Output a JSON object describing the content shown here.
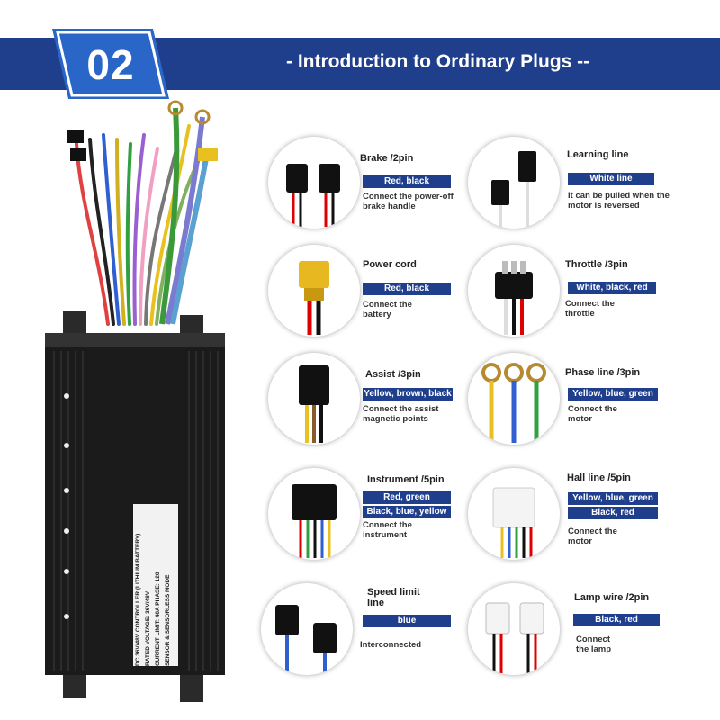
{
  "header": {
    "number": "02",
    "title": "- Introduction to Ordinary Plugs --"
  },
  "colors": {
    "accent": "#1f3e8c",
    "badge": "#2a65c8"
  },
  "controller_label": {
    "line1": "DC 36V/48V CONTROLLER (LITHIUM BATTERY)",
    "line2": "RATED VOLTAGE: 36V/48V",
    "line3": "CURRENT LIMIT: 40A  PHASE: 120",
    "line4": "SENSOR & SENSORLESS MODE"
  },
  "plugs": [
    {
      "title": "Brake /2pin",
      "bars": [
        "Red, black"
      ],
      "desc": "Connect the power-off\nbrake handle",
      "icon": "brake-plug-icon"
    },
    {
      "title": "Learning line",
      "bars": [
        "White line"
      ],
      "desc": "It can be pulled when the\nmotor is reversed",
      "icon": "learning-plug-icon"
    },
    {
      "title": "Power cord",
      "bars": [
        "Red, black"
      ],
      "desc": "Connect the\nbattery",
      "icon": "power-plug-icon"
    },
    {
      "title": "Throttle /3pin",
      "bars": [
        "White, black, red"
      ],
      "desc": "Connect the\nthrottle",
      "icon": "throttle-plug-icon"
    },
    {
      "title": "Assist /3pin",
      "bars": [
        "Yellow, brown, black"
      ],
      "desc": "Connect the assist\nmagnetic points",
      "icon": "assist-plug-icon"
    },
    {
      "title": "Phase line /3pin",
      "bars": [
        "Yellow, blue, green"
      ],
      "desc": "Connect the\nmotor",
      "icon": "phase-terminals-icon"
    },
    {
      "title": "Instrument /5pin",
      "bars": [
        "Red, green",
        "Black, blue, yellow"
      ],
      "desc": "Connect the\ninstrument",
      "icon": "instrument-plug-icon"
    },
    {
      "title": "Hall line /5pin",
      "bars": [
        "Yellow, blue, green",
        "Black, red"
      ],
      "desc": "Connect the\nmotor",
      "icon": "hall-plug-icon"
    },
    {
      "title": "Speed limit\nline",
      "bars": [
        "blue"
      ],
      "desc": "Interconnected",
      "icon": "speed-limit-plug-icon"
    },
    {
      "title": "Lamp wire /2pin",
      "bars": [
        "Black, red"
      ],
      "desc": "Connect\nthe lamp",
      "icon": "lamp-plug-icon"
    }
  ]
}
